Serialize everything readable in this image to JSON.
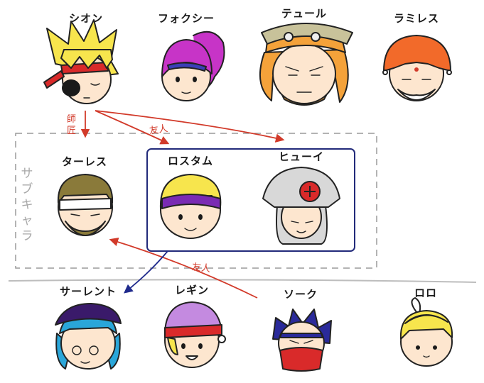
{
  "characters": {
    "shion": "シオン",
    "foxy": "フォクシー",
    "tule": "テュール",
    "ramiles": "ラミレス",
    "tales": "ターレス",
    "rostam": "ロスタム",
    "huey": "ヒューイ",
    "salent": "サーレント",
    "legin": "レギン",
    "sork": "ソーク",
    "lolo": "ロロ"
  },
  "relations": {
    "master": "師匠",
    "friend_top": "友人",
    "friend_bottom": "友人"
  },
  "group_label": "サブキャラ",
  "colors": {
    "red_arrow": "#d23a2a",
    "blue_arrow": "#1f2a8c",
    "group_box": "#222a7a",
    "dashed_box": "#9a9a9a",
    "divider": "#bdbdbd"
  }
}
